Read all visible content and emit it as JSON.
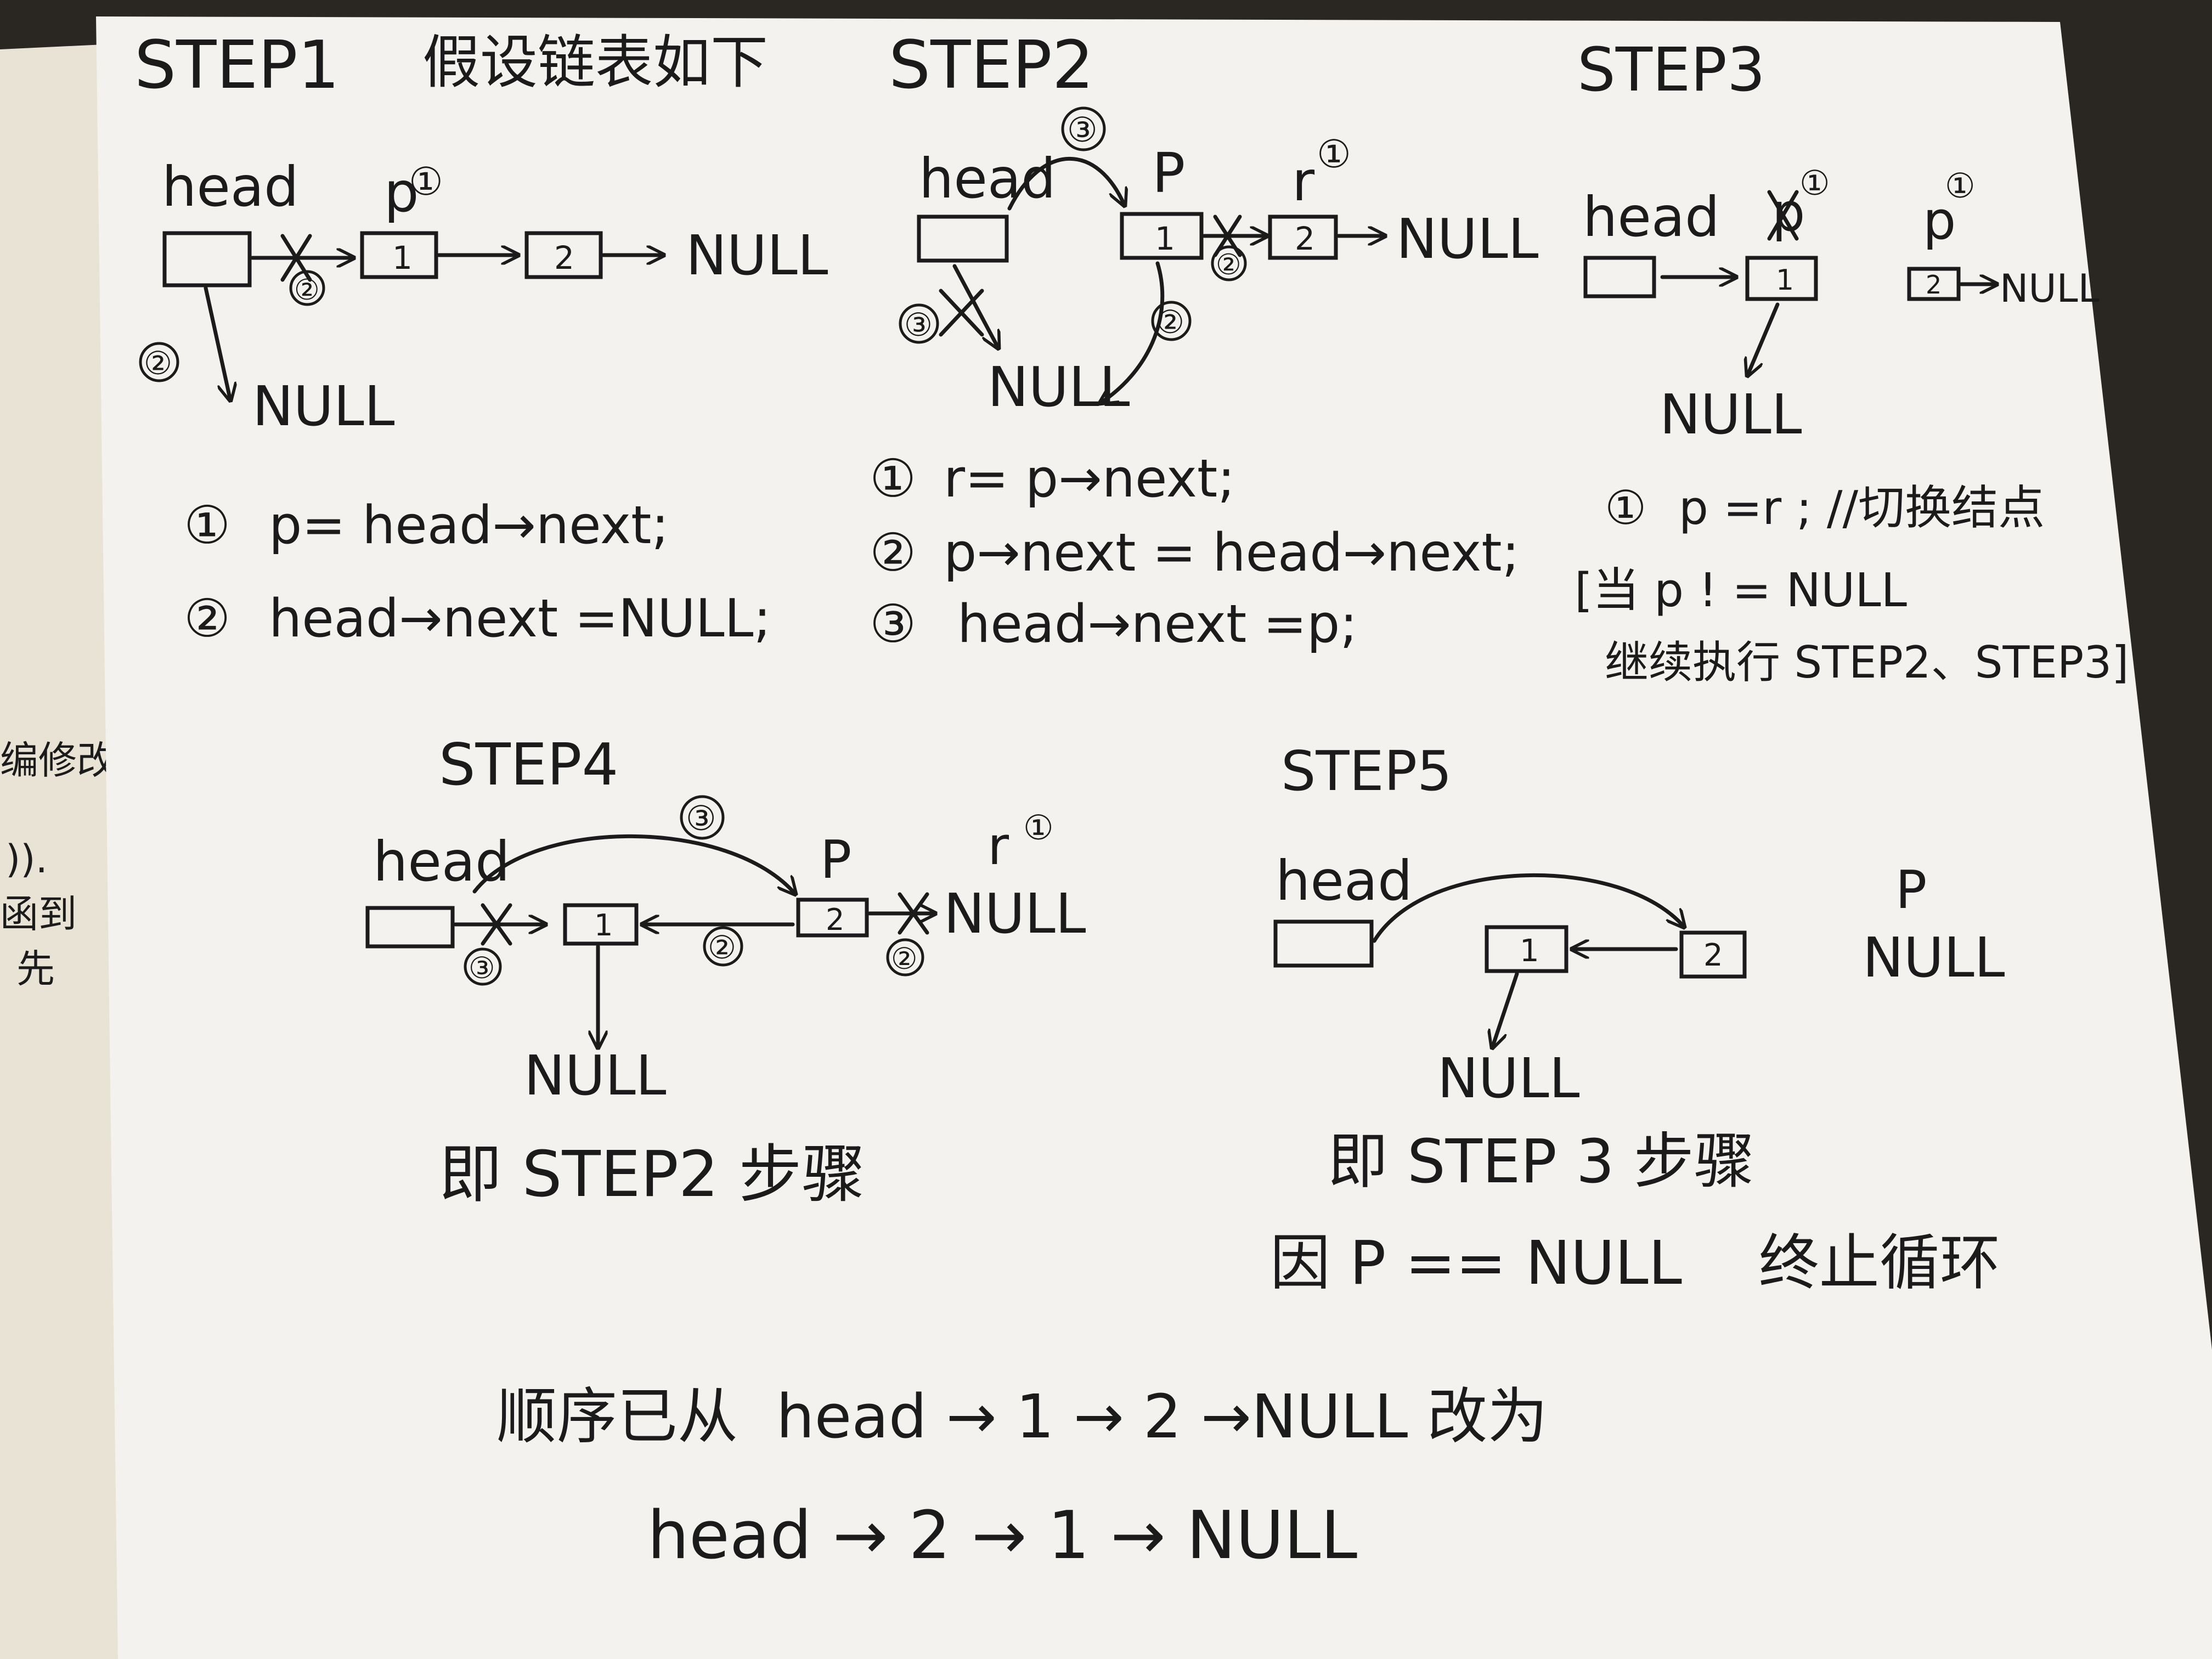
{
  "colors": {
    "paper": "#f4f2ee",
    "ink": "#1b1b1b",
    "desk": "#2a2622",
    "book": "#e9e3d6"
  },
  "book_edge_text": [
    "编修改",
    ")).",
    "函到",
    "先"
  ],
  "step1": {
    "title": "STEP1",
    "subtitle": "假设链表如下",
    "head": "head",
    "p": "p",
    "null_right": "NULL",
    "null_down": "NULL",
    "node1": "1",
    "node2": "2",
    "marks": {
      "p": "①",
      "down": "②",
      "cut": "②"
    },
    "code": [
      {
        "num": "①",
        "text": "p= head→next;"
      },
      {
        "num": "②",
        "text": "head→next =NULL;"
      }
    ]
  },
  "step2": {
    "title": "STEP2",
    "head": "head",
    "p": "P",
    "r": "r",
    "null_right": "NULL",
    "null_down": "NULL",
    "node1": "1",
    "node2": "2",
    "marks": {
      "top": "③",
      "cut_left": "③",
      "cut_mid": "②",
      "curve": "②",
      "r": "①"
    },
    "code": [
      {
        "num": "①",
        "text": "r= p→next;"
      },
      {
        "num": "②",
        "text": "p→next = head→next;"
      },
      {
        "num": "③",
        "text": "head→next =p;"
      }
    ]
  },
  "step3": {
    "title": "STEP3",
    "head": "head",
    "p_old": "p",
    "p_new": "p",
    "null_down": "NULL",
    "node1": "1",
    "node2": "2",
    "null_right": "NULL",
    "marks": {
      "p_old": "①",
      "p_new": "①"
    },
    "code": [
      {
        "num": "①",
        "text": "p =r ; //切换结点"
      }
    ],
    "note1": "[当 p ! = NULL",
    "note2": "继续执行 STEP2、STEP3]"
  },
  "step4": {
    "title": "STEP4",
    "head": "head",
    "p": "P",
    "r": "r",
    "null_right": "NULL",
    "null_down": "NULL",
    "node1": "1",
    "node2": "2",
    "marks": {
      "top": "③",
      "cut_left": "③",
      "mid": "②",
      "cut_right": "②",
      "r": "①"
    },
    "caption": "即 STEP2 步骤"
  },
  "step5": {
    "title": "STEP5",
    "head": "head",
    "p": "P",
    "p_null": "NULL",
    "null_down": "NULL",
    "node1": "1",
    "node2": "2",
    "caption": "即 STEP 3 步骤",
    "caption2": "因 P == NULL    终止循环"
  },
  "conclusion": {
    "line1": "顺序已从  head → 1 → 2 →NULL 改为",
    "line2": "head → 2 → 1 → NULL"
  }
}
